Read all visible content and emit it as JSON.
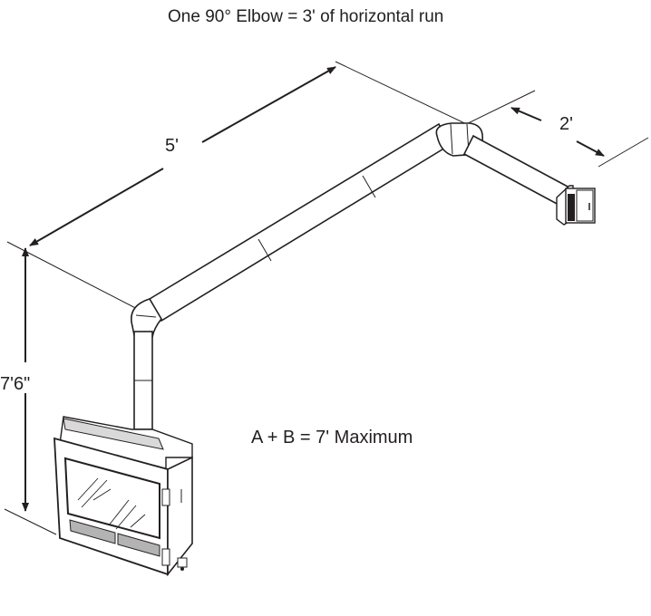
{
  "title": "One 90° Elbow = 3' of horizontal run",
  "dimensions": {
    "horizontal_run_main": "5'",
    "horizontal_run_secondary": "2'",
    "vertical_rise": "7'6\""
  },
  "note": "A + B = 7' Maximum"
}
